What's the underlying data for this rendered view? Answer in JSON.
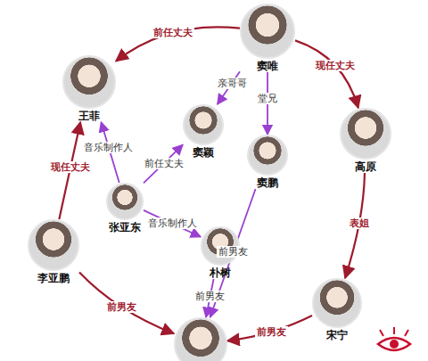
{
  "diagram": {
    "nodes": [
      {
        "text": [
          "窦唯"
        ]
      },
      {
        "text": [
          "王菲"
        ]
      },
      {
        "text": [
          "窦颖"
        ]
      },
      {
        "text": [
          "窦鹏"
        ]
      },
      {
        "text": [
          "高原"
        ]
      },
      {
        "text": [
          "张亚东"
        ]
      },
      {
        "text": [
          "李亚鹏"
        ]
      },
      {
        "text": [
          "朴树"
        ]
      },
      {
        "text": [
          "宋宁"
        ]
      },
      {
        "text": []
      }
    ],
    "edges": [
      {
        "from": 0,
        "to": 1,
        "label": "前任丈夫",
        "arrow": "to"
      },
      {
        "from": 0,
        "to": 4,
        "label": "现任丈夫",
        "arrow": "to"
      },
      {
        "from": 0,
        "to": 2,
        "label": "亲哥哥",
        "arrow": "to"
      },
      {
        "from": 0,
        "to": 3,
        "label": "堂兄",
        "arrow": "to"
      },
      {
        "from": 6,
        "to": 1,
        "label": "现任丈夫",
        "arrow": "to"
      },
      {
        "from": 4,
        "to": 8,
        "label": "表姐",
        "arrow": "to"
      },
      {
        "from": 5,
        "to": 1,
        "label": "音乐制作人",
        "arrow": "to"
      },
      {
        "from": 5,
        "to": 2,
        "label": "前任丈夫",
        "arrow": "to"
      },
      {
        "from": 5,
        "to": 7,
        "label": "音乐制作人",
        "arrow": "to"
      },
      {
        "from": 3,
        "to": 9,
        "label": "前男友",
        "arrow": "to"
      },
      {
        "from": 7,
        "to": 9,
        "label": "前男友",
        "arrow": "to"
      },
      {
        "from": 6,
        "to": 9,
        "label": "前男友",
        "arrow": "to"
      },
      {
        "from": 8,
        "to": 9,
        "label": "前男友",
        "arrow": "to"
      }
    ]
  }
}
